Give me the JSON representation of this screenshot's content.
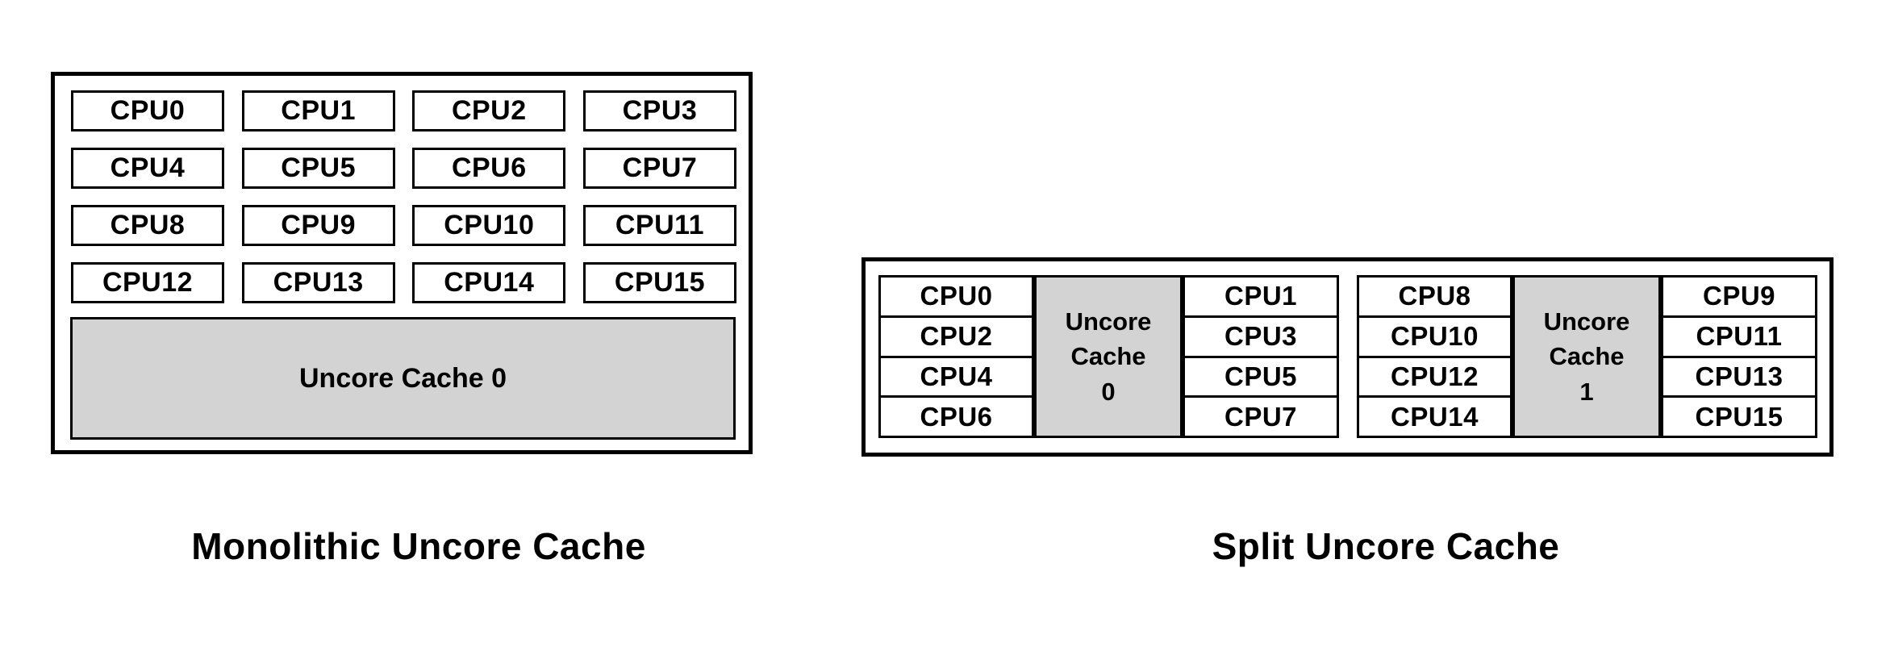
{
  "left_diagram": {
    "caption": "Monolithic Uncore Cache",
    "cpu_labels": [
      "CPU0",
      "CPU1",
      "CPU2",
      "CPU3",
      "CPU4",
      "CPU5",
      "CPU6",
      "CPU7",
      "CPU8",
      "CPU9",
      "CPU10",
      "CPU11",
      "CPU12",
      "CPU13",
      "CPU14",
      "CPU15"
    ],
    "uncore_cache_label": "Uncore Cache 0"
  },
  "right_diagram": {
    "caption": "Split Uncore Cache",
    "groups": [
      {
        "left_cpus": [
          "CPU0",
          "CPU2",
          "CPU4",
          "CPU6"
        ],
        "uncore_lines": [
          "Uncore",
          "Cache",
          "0"
        ],
        "right_cpus": [
          "CPU1",
          "CPU3",
          "CPU5",
          "CPU7"
        ]
      },
      {
        "left_cpus": [
          "CPU8",
          "CPU10",
          "CPU12",
          "CPU14"
        ],
        "uncore_lines": [
          "Uncore",
          "Cache",
          "1"
        ],
        "right_cpus": [
          "CPU9",
          "CPU11",
          "CPU13",
          "CPU15"
        ]
      }
    ]
  },
  "colors": {
    "cache_fill": "#d3d3d3",
    "box_border": "#000000",
    "text": "#000000"
  }
}
